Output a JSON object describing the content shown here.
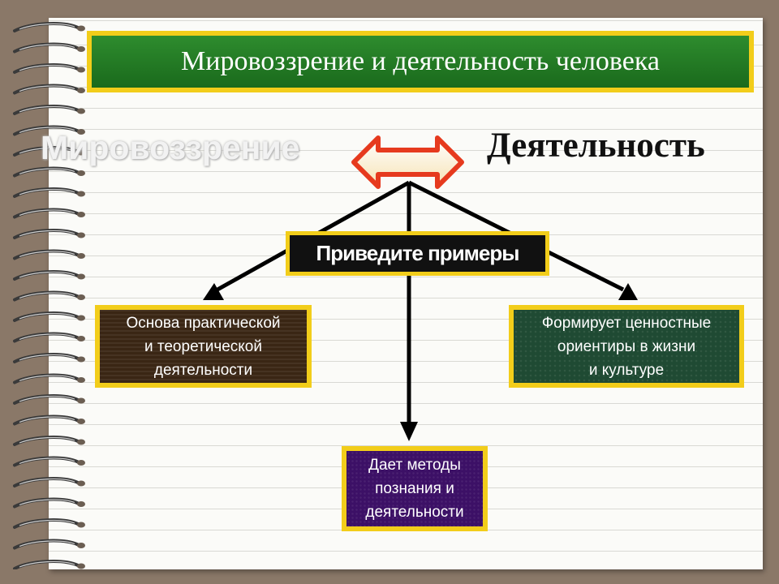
{
  "title": "Мировоззрение и деятельность человека",
  "concepts": {
    "left": "Мировоззрение",
    "right": "Деятельность"
  },
  "prompt": "Приведите примеры",
  "boxes": {
    "left": [
      "Основа практической",
      "и теоретической",
      "деятельности"
    ],
    "right": [
      "Формирует ценностные",
      "ориентиры в жизни",
      "и культуре"
    ],
    "bottom": [
      "Дает методы",
      "познания и",
      "деятельности"
    ]
  },
  "colors": {
    "title_bg": "#1f7a22",
    "frame": "#f2cd1a",
    "double_arrow": "#e63a1e",
    "box_left_bg": "#3a2614",
    "box_right_bg": "#1f4a33",
    "box_bottom_bg": "#3c1066"
  }
}
